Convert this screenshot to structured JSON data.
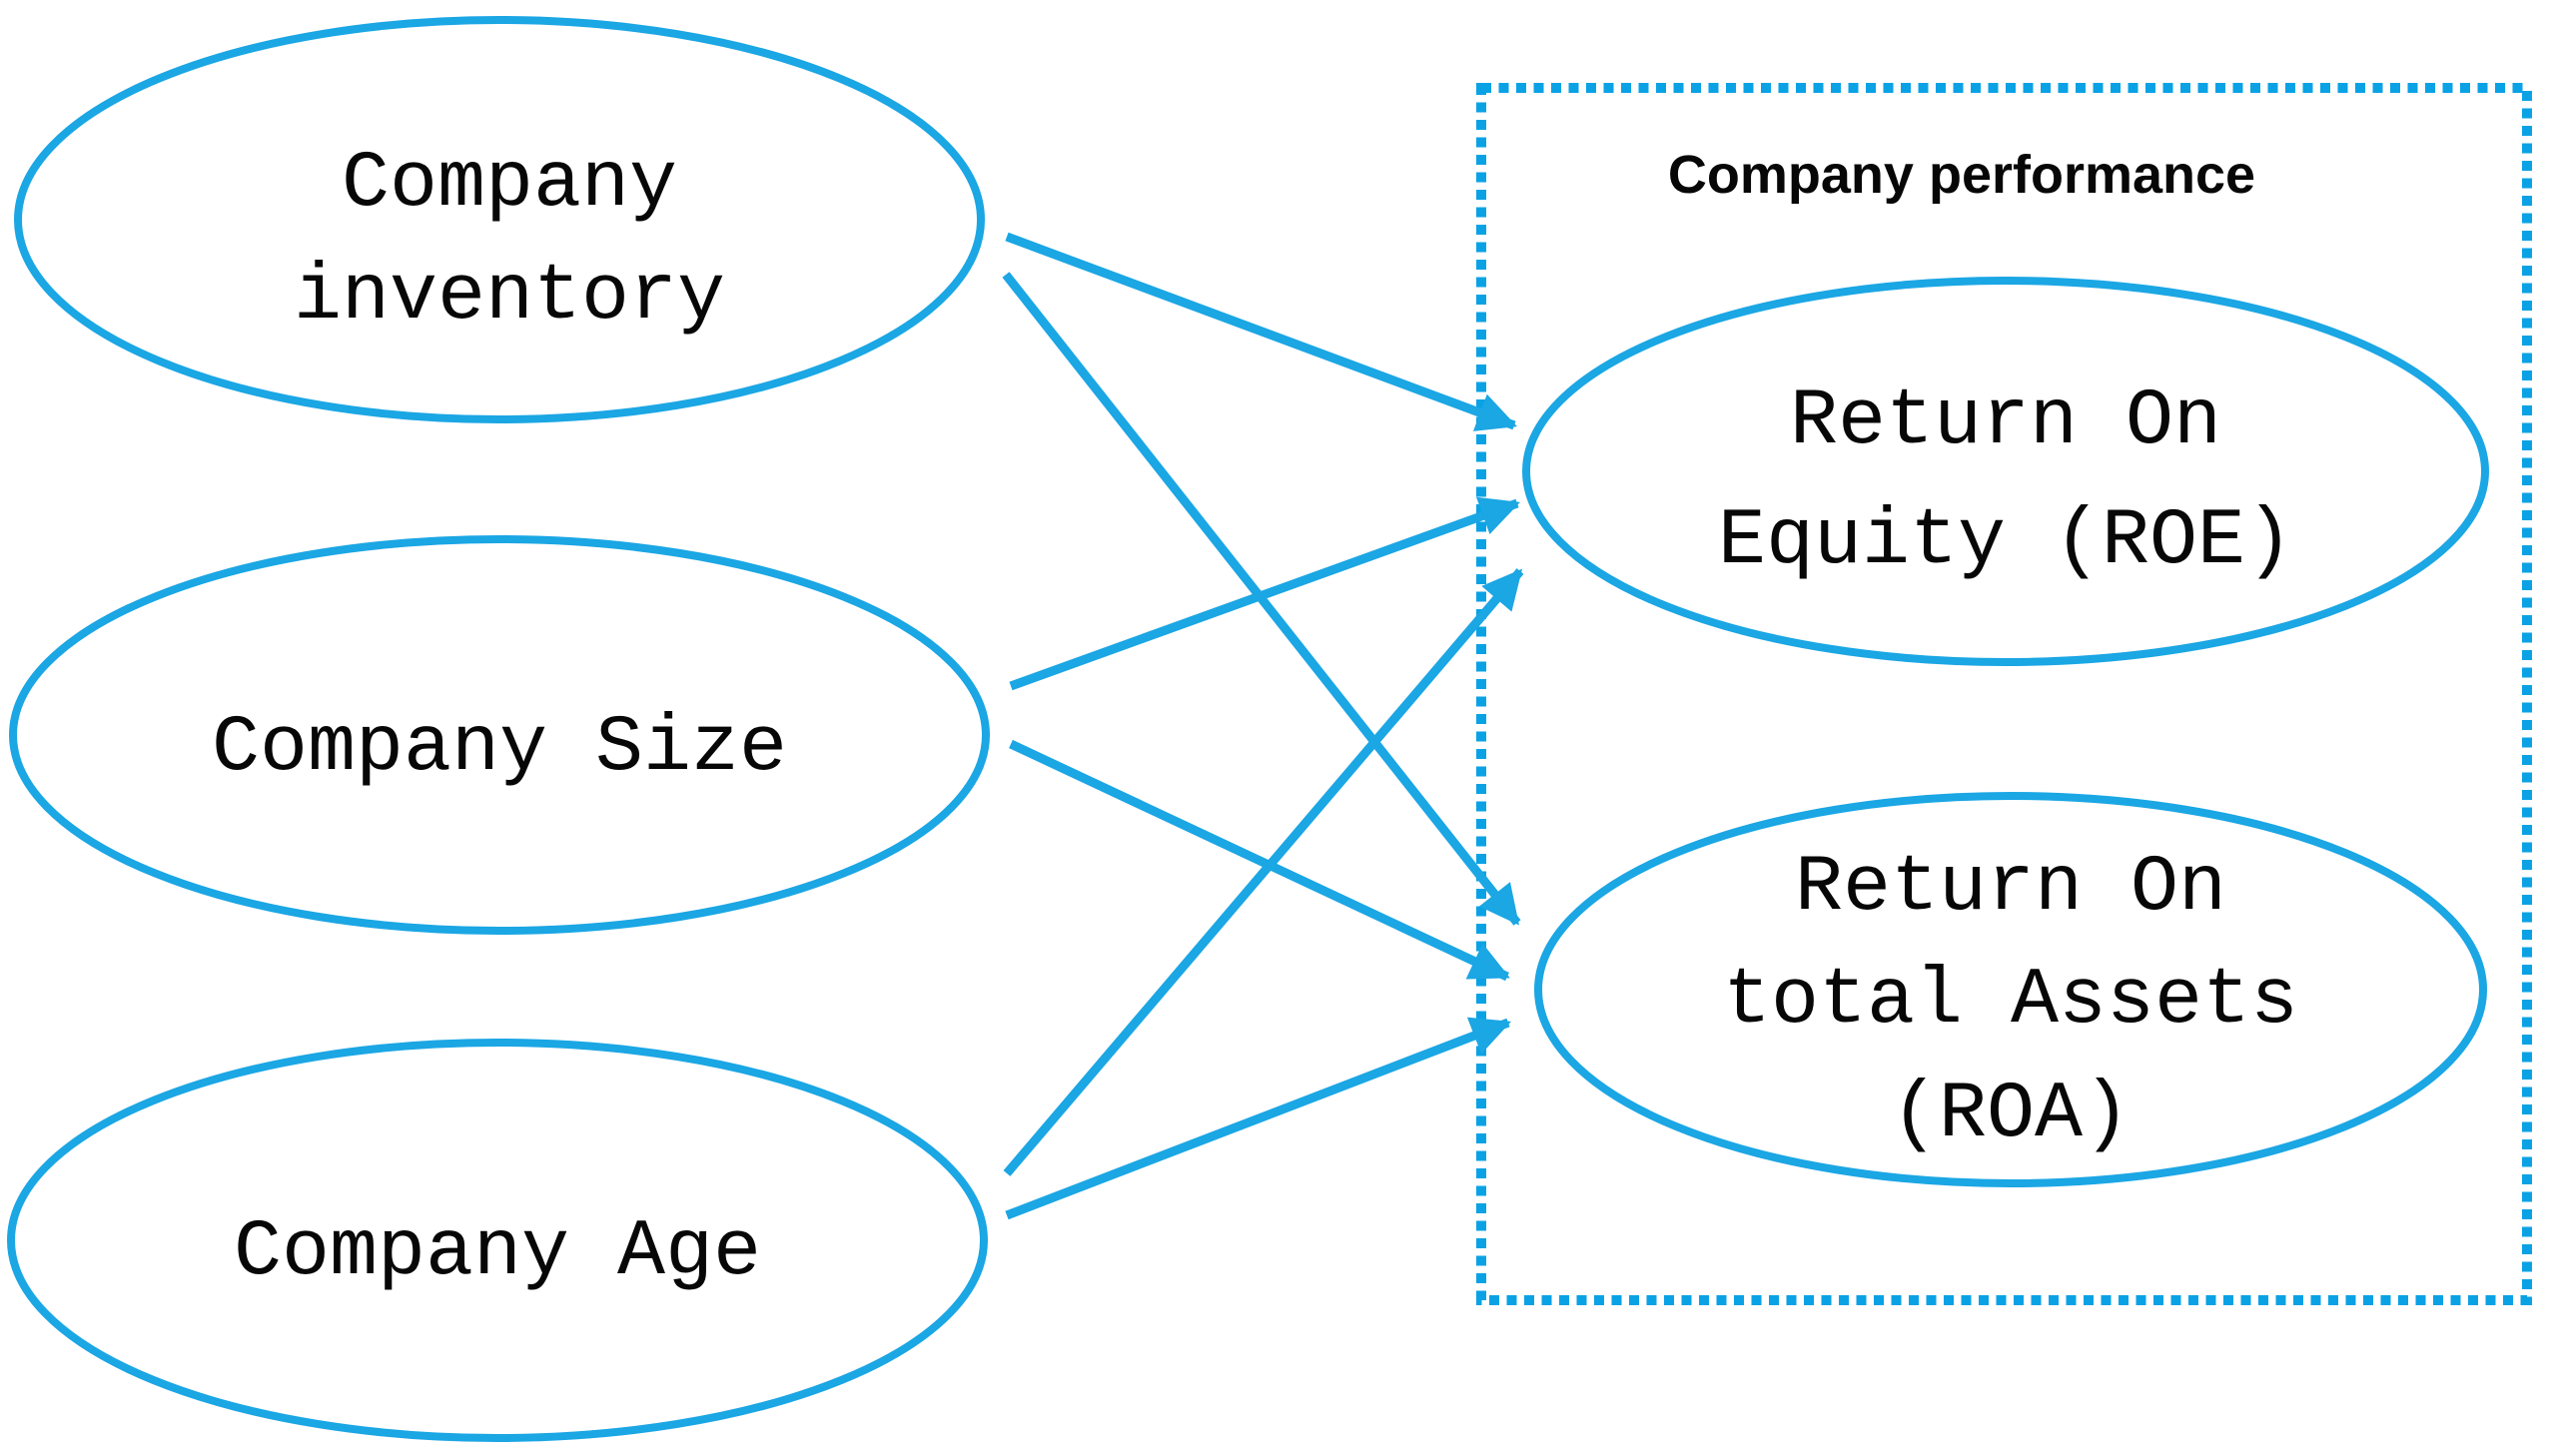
{
  "diagram": {
    "background": "#ffffff",
    "accent_color": "#1ba6e4",
    "text_color": "#070707",
    "predictors": {
      "inventory": {
        "line1": "Company",
        "line2": "inventory"
      },
      "size": {
        "label": "Company Size"
      },
      "age": {
        "label": "Company Age"
      }
    },
    "performance_box": {
      "label": "Company performance"
    },
    "outcomes": {
      "roe": {
        "line1": "Return On",
        "line2": "Equity (ROE)"
      },
      "roa": {
        "line1": "Return On",
        "line2": "total Assets",
        "line3": "(ROA)"
      }
    },
    "edges": [
      {
        "from": "Company inventory",
        "to": "Return On Equity (ROE)"
      },
      {
        "from": "Company inventory",
        "to": "Return On total Assets (ROA)"
      },
      {
        "from": "Company Size",
        "to": "Return On Equity (ROE)"
      },
      {
        "from": "Company Size",
        "to": "Return On total Assets (ROA)"
      },
      {
        "from": "Company Age",
        "to": "Return On Equity (ROE)"
      },
      {
        "from": "Company Age",
        "to": "Return On total Assets (ROA)"
      }
    ]
  }
}
